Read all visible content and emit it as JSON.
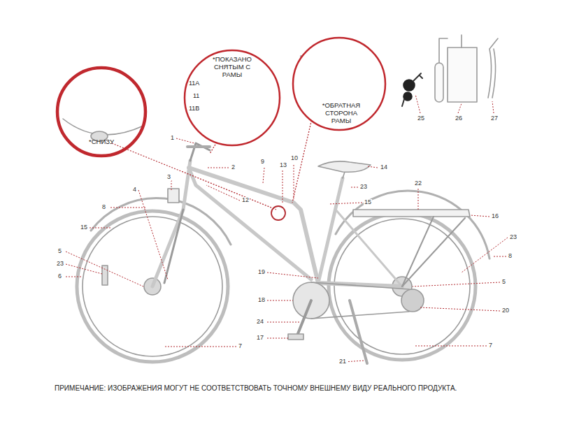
{
  "diagram": {
    "caption": "ПРИМЕЧАНИЕ: ИЗОБРАЖЕНИЯ МОГУТ НЕ СООТВЕТСТВОВАТЬ ТОЧНОМУ ВНЕШНЕМУ ВИДУ РЕАЛЬНОГО ПРОДУКТА.",
    "nodes": [
      {
        "text": [
          "*СНИЗУ"
        ]
      },
      {
        "text": [
          "*ПОКАЗАНО СНЯТЫМ С РАМЫ",
          "11A",
          "11",
          "11B"
        ]
      },
      {
        "text": [
          "*ОБРАТНАЯ СТОРОНА РАМЫ"
        ]
      }
    ],
    "labels": [
      "25",
      "26",
      "27",
      "1",
      "10",
      "9",
      "13",
      "2",
      "14",
      "3",
      "12",
      "22",
      "23",
      "4",
      "8",
      "15",
      "16",
      "15",
      "23",
      "8",
      "5",
      "23",
      "6",
      "19",
      "5",
      "18",
      "20",
      "24",
      "17",
      "7",
      "7",
      "21"
    ]
  }
}
